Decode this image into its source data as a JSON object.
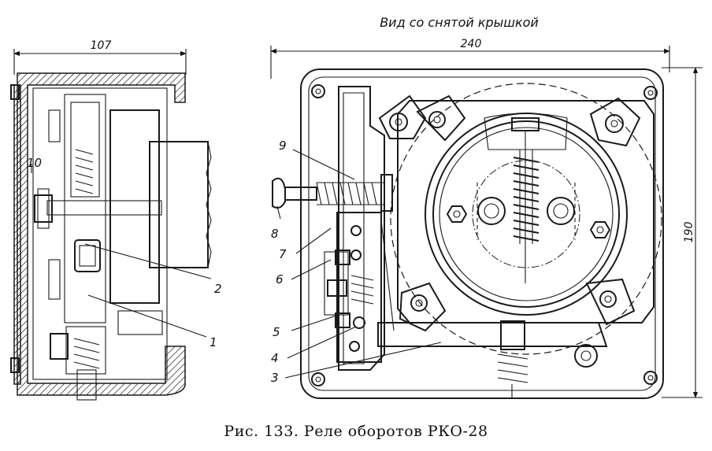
{
  "figure": {
    "view_title": "Вид со снятой крышкой",
    "caption": "Рис. 133. Реле оборотов РКО-28"
  },
  "dimensions": {
    "side_width": "107",
    "front_width": "240",
    "front_height": "190"
  },
  "callouts": {
    "c1": "1",
    "c2": "2",
    "c3": "3",
    "c4": "4",
    "c5": "5",
    "c6": "6",
    "c7": "7",
    "c8": "8",
    "c9": "9",
    "c10": "10"
  }
}
